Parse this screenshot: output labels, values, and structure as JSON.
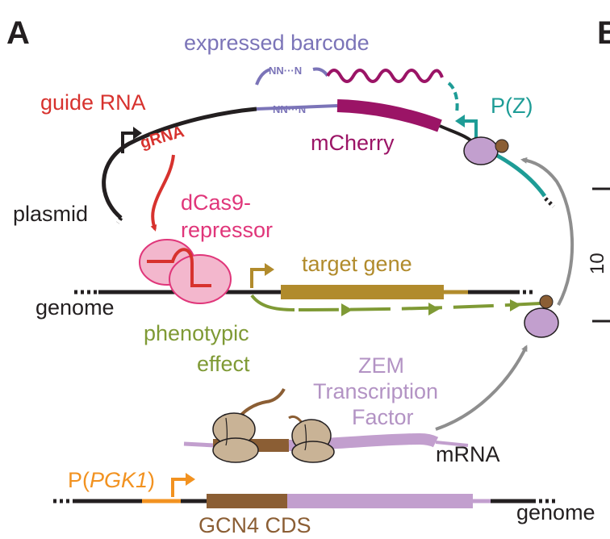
{
  "panels": {
    "a": "A",
    "b": "B"
  },
  "labels": {
    "expressed_barcode": "expressed barcode",
    "barcode_mrna": "NN···N",
    "barcode_dna": "NN···N",
    "guide_rna": "guide RNA",
    "grna": "gRNA",
    "mcherry": "mCherry",
    "pz": "P(Z)",
    "plasmid": "plasmid",
    "dcas9_line1": "dCas9-",
    "dcas9_line2": "repressor",
    "target_gene": "target gene",
    "genome_top": "genome",
    "phenotypic_line1": "phenotypic",
    "phenotypic_line2": "effect",
    "zem_line1": "ZEM",
    "zem_line2": "Transcription",
    "zem_line3": "Factor",
    "mrna": "mRNA",
    "ppgk1_prefix": "P(",
    "ppgk1_gene": "PGK1",
    "ppgk1_suffix": ")",
    "gcn4": "GCN4 CDS",
    "genome_bottom": "genome"
  },
  "colors": {
    "black": "#231f20",
    "red": "#d7322e",
    "pink": "#e0367a",
    "pink_fill": "#f3b7cd",
    "purple_blue": "#7b74b8",
    "magenta_dark": "#9b1466",
    "teal": "#1e9c96",
    "lavender": "#c29fce",
    "lavender_dark": "#b393c4",
    "olive": "#7f9a35",
    "gold": "#b18b2c",
    "brown": "#8b5e34",
    "tan": "#c9b396",
    "orange": "#f29220",
    "grey": "#8e8e8e"
  },
  "icons": [
    "promoter-arrow-icon",
    "dcas9-protein-icon",
    "ribosome-icon",
    "zem-tf-icon"
  ]
}
